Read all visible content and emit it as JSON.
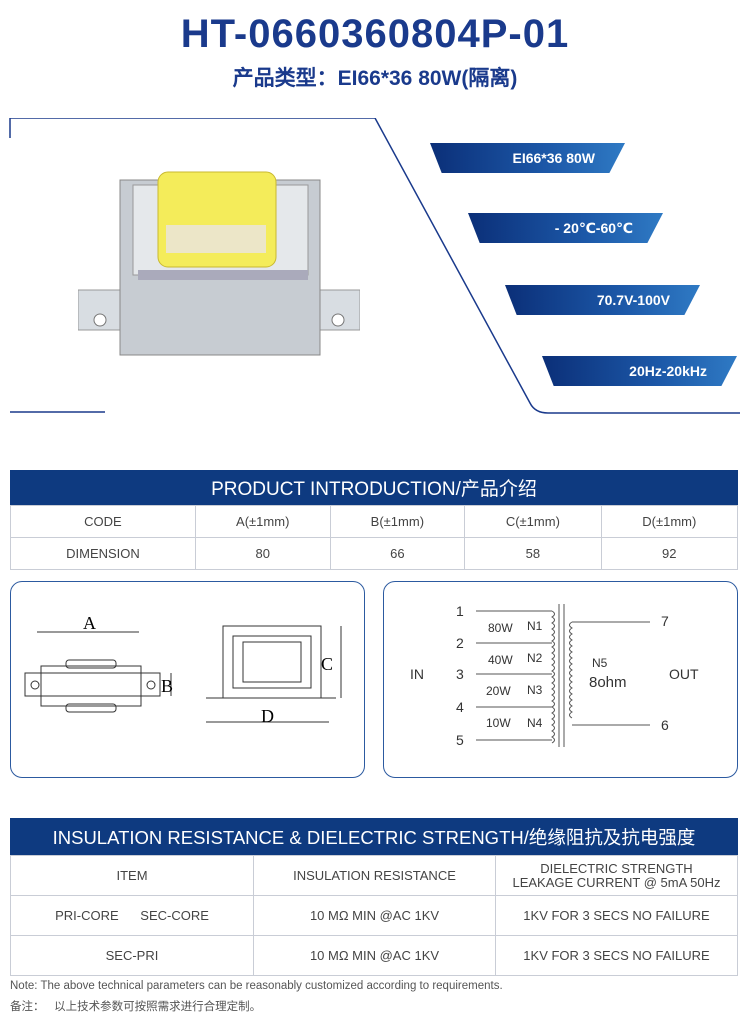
{
  "header": {
    "title": "HT-0660360804P-01",
    "subtitle": "产品类型：EI66*36  80W(隔离)"
  },
  "specs": [
    "EI66*36  80W",
    "- 20℃-60℃",
    "70.7V-100V",
    "20Hz-20kHz"
  ],
  "intro": {
    "title": "PRODUCT INTRODUCTION/产品介绍",
    "header": [
      "CODE",
      "A(±1mm)",
      "B(±1mm)",
      "C(±1mm)",
      "D(±1mm)"
    ],
    "row": [
      "DIMENSION",
      "80",
      "66",
      "58",
      "92"
    ]
  },
  "dims": {
    "a": "A",
    "b": "B",
    "c": "C",
    "d": "D"
  },
  "schematic": {
    "in": "IN",
    "out": "OUT",
    "pins": [
      "1",
      "2",
      "3",
      "4",
      "5",
      "6",
      "7"
    ],
    "powers": [
      "80W",
      "40W",
      "20W",
      "10W"
    ],
    "windings": [
      "N1",
      "N2",
      "N3",
      "N4"
    ],
    "sec": "N5",
    "ohm": "8ohm"
  },
  "insulation": {
    "title": "INSULATION RESISTANCE & DIELECTRIC STRENGTH/绝缘阻抗及抗电强度",
    "header": [
      "ITEM",
      "INSULATION RESISTANCE",
      "DIELECTRIC STRENGTH",
      "LEAKAGE CURRENT @ 5mA  50Hz"
    ],
    "rows": [
      [
        "PRI-CORE      SEC-CORE",
        "10 MΩ MIN  @AC  1KV",
        "1KV FOR 3 SECS NO FAILURE"
      ],
      [
        "SEC-PRI",
        "10 MΩ MIN  @AC  1KV",
        "1KV FOR 3 SECS NO FAILURE"
      ]
    ]
  },
  "notes": [
    "Note: The above technical parameters can be reasonably customized according to requirements.",
    "备注：   以上技术参数可按照需求进行合理定制。"
  ]
}
